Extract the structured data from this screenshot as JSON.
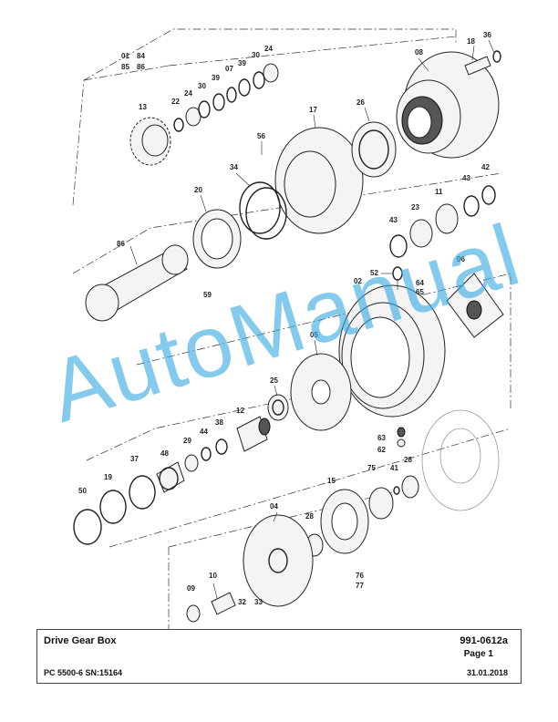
{
  "title_block": {
    "title": "Drive Gear Box",
    "document_number": "991-0612a",
    "page": "Page 1",
    "model": "PC 5500-6 SN:15164",
    "date": "31.01.2018"
  },
  "watermark": {
    "text": "AutoManual",
    "color": "#38aae1"
  },
  "callouts": {
    "c01": "01",
    "c84": "84",
    "c85": "85",
    "c86top": "86",
    "c36": "36",
    "c18": "18",
    "c08": "08",
    "c24a": "24",
    "c30a": "30",
    "c39a": "39",
    "c07": "07",
    "c39b": "39",
    "c30b": "30",
    "c24b": "24",
    "c22": "22",
    "c13": "13",
    "c17": "17",
    "c26": "26",
    "c56": "56",
    "c34": "34",
    "c20": "20",
    "c43a": "43",
    "c42": "42",
    "c23": "23",
    "c11": "11",
    "c43b": "43",
    "c86": "86",
    "c52": "52",
    "c64": "64",
    "c65": "65",
    "c06": "06",
    "c02": "02",
    "c59": "59",
    "c05": "05",
    "c25": "25",
    "c12": "12",
    "c38": "38",
    "c44": "44",
    "c29a": "29",
    "c48": "48",
    "c37": "37",
    "c63": "63",
    "c62": "62",
    "c28a": "28",
    "c75": "75",
    "c41": "41",
    "c15": "15",
    "c19": "19",
    "c50": "50",
    "c04": "04",
    "c28b": "28",
    "c10": "10",
    "c09": "09",
    "c32": "32",
    "c33": "33",
    "c76": "76",
    "c77": "77"
  }
}
